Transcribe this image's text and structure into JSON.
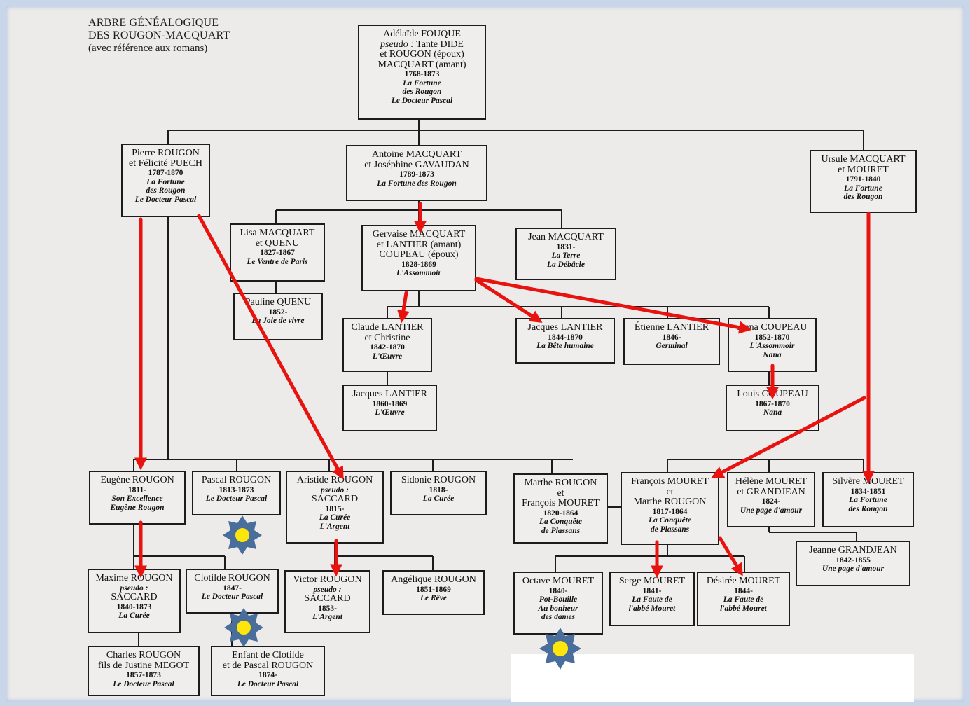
{
  "heading": {
    "line1": "ARBRE GÉNÉALOGIQUE",
    "line2": "DES ROUGON-MACQUART",
    "line3": "(avec référence aux romans)"
  },
  "people": {
    "adelaide": {
      "n1": "Adélaïde FOUQUE",
      "pseudo_label": "pseudo :",
      "n2": " Tante DIDE",
      "n3": "et ROUGON (époux)",
      "n4": "MACQUART (amant)",
      "dates": "1768-1873",
      "w1": "La Fortune",
      "w2": "des Rougon",
      "w3": "Le Docteur Pascal"
    },
    "pierre": {
      "n1": "Pierre ROUGON",
      "n2": "et Félicité PUECH",
      "dates": "1787-1870",
      "w1": "La Fortune",
      "w2": "des Rougon",
      "w3": "Le Docteur Pascal"
    },
    "antoine": {
      "n1": "Antoine MACQUART",
      "n2": "et Joséphine GAVAUDAN",
      "dates": "1789-1873",
      "w1": "La Fortune des Rougon"
    },
    "ursule": {
      "n1": "Ursule MACQUART",
      "n2": "et MOURET",
      "dates": "1791-1840",
      "w1": "La Fortune",
      "w2": "des Rougon"
    },
    "lisa": {
      "n1": "Lisa MACQUART",
      "n2": "et QUENU",
      "dates": "1827-1867",
      "w1": "Le Ventre de Paris"
    },
    "gervaise": {
      "n1": "Gervaise MACQUART",
      "n2": "et LANTIER (amant)",
      "n3": "COUPEAU (époux)",
      "dates": "1828-1869",
      "w1": "L'Assommoir"
    },
    "jean": {
      "n1": "Jean MACQUART",
      "dates": "1831-",
      "w1": "La Terre",
      "w2": "La Débâcle"
    },
    "pauline": {
      "n1": "Pauline QUENU",
      "dates": "1852-",
      "w1": "La Joie de vivre"
    },
    "claude": {
      "n1": "Claude LANTIER",
      "n2": "et Christine",
      "dates": "1842-1870",
      "w1": "L'Œuvre"
    },
    "jacques_l": {
      "n1": "Jacques LANTIER",
      "dates": "1844-1870",
      "w1": "La Bête humaine"
    },
    "etienne": {
      "n1": "Étienne LANTIER",
      "dates": "1846-",
      "w1": "Germinal"
    },
    "anna": {
      "n1": "Anna COUPEAU",
      "dates": "1852-1870",
      "w1": "L'Assommoir",
      "w2": "Nana"
    },
    "jacques_jr": {
      "n1": "Jacques LANTIER",
      "dates": "1860-1869",
      "w1": "L'Œuvre"
    },
    "louis": {
      "n1": "Louis COUPEAU",
      "dates": "1867-1870",
      "w1": "Nana"
    },
    "eugene": {
      "n1": "Eugène ROUGON",
      "dates": "1811-",
      "w1": "Son Excellence",
      "w2": "Eugène Rougon"
    },
    "pascal": {
      "n1": "Pascal ROUGON",
      "dates": "1813-1873",
      "w1": "Le Docteur Pascal"
    },
    "aristide": {
      "n1": "Aristide ROUGON",
      "pseudo": "pseudo :",
      "n2": "SACCARD",
      "dates": "1815-",
      "w1": "La Curée",
      "w2": "L'Argent"
    },
    "sidonie": {
      "n1": "Sidonie ROUGON",
      "dates": "1818-",
      "w1": "La Curée"
    },
    "marthe": {
      "n1": "Marthe ROUGON",
      "n2": "et",
      "n3": "François MOURET",
      "dates": "1820-1864",
      "w1": "La Conquête",
      "w2": "de Plassans"
    },
    "francois": {
      "n1": "François MOURET",
      "n2": "et",
      "n3": "Marthe ROUGON",
      "dates": "1817-1864",
      "w1": "La Conquête",
      "w2": "de Plassans"
    },
    "helene": {
      "n1": "Hélène MOURET",
      "n2": "et GRANDJEAN",
      "dates": "1824-",
      "w1": "Une page d'amour"
    },
    "silvere": {
      "n1": "Silvère MOURET",
      "dates": "1834-1851",
      "w1": "La Fortune",
      "w2": "des Rougon"
    },
    "jeanne": {
      "n1": "Jeanne GRANDJEAN",
      "dates": "1842-1855",
      "w1": "Une page d'amour"
    },
    "maxime": {
      "n1": "Maxime ROUGON",
      "pseudo": "pseudo :",
      "n2": "SACCARD",
      "dates": "1840-1873",
      "w1": "La Curée"
    },
    "clotilde": {
      "n1": "Clotilde ROUGON",
      "dates": "1847-",
      "w1": "Le Docteur Pascal"
    },
    "victor": {
      "n1": "Victor ROUGON",
      "pseudo": "pseudo :",
      "n2": "SACCARD",
      "dates": "1853-",
      "w1": "L'Argent"
    },
    "angelique": {
      "n1": "Angélique ROUGON",
      "dates": "1851-1869",
      "w1": "Le Rêve"
    },
    "octave": {
      "n1": "Octave MOURET",
      "dates": "1840-",
      "w1": "Pot-Bouille",
      "w2": "Au bonheur",
      "w3": "des dames"
    },
    "serge": {
      "n1": "Serge MOURET",
      "dates": "1841-",
      "w1": "La Faute de",
      "w2": "l'abbé Mouret"
    },
    "desiree": {
      "n1": "Désirée MOURET",
      "dates": "1844-",
      "w1": "La Faute de",
      "w2": "l'abbé Mouret"
    },
    "charles": {
      "n1": "Charles ROUGON",
      "n2": "fils de Justine MEGOT",
      "dates": "1857-1873",
      "w1": "Le Docteur Pascal"
    },
    "enfant": {
      "n1": "Enfant de Clotilde",
      "n2": "et de Pascal ROUGON",
      "dates": "1874-",
      "w1": "Le Docteur Pascal"
    }
  },
  "colors": {
    "arrow": "#e8120f",
    "star": "#4a6e9c",
    "star_center": "#ffe60a",
    "frame": "#b4c6e4"
  }
}
